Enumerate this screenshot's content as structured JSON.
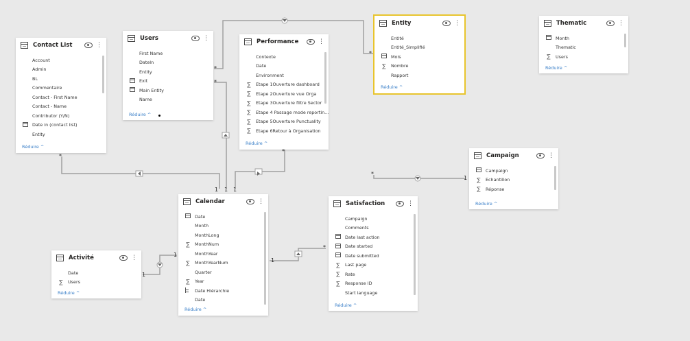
{
  "tables": {
    "contact_list": {
      "title": "Contact List",
      "fields": [
        {
          "name": "Account",
          "icon": ""
        },
        {
          "name": "Admin",
          "icon": ""
        },
        {
          "name": "BL",
          "icon": ""
        },
        {
          "name": "Commentaire",
          "icon": ""
        },
        {
          "name": "Contact - First Name",
          "icon": ""
        },
        {
          "name": "Contact - Name",
          "icon": ""
        },
        {
          "name": "Contributor (Y/N)",
          "icon": ""
        },
        {
          "name": "Date in (contact list)",
          "icon": "calendar"
        },
        {
          "name": "Entity",
          "icon": ""
        }
      ],
      "collapse": "Réduire ^"
    },
    "users": {
      "title": "Users",
      "fields": [
        {
          "name": "First Name",
          "icon": ""
        },
        {
          "name": "DateIn",
          "icon": ""
        },
        {
          "name": "Entity",
          "icon": ""
        },
        {
          "name": "Exit",
          "icon": "calendar"
        },
        {
          "name": "Main Entity",
          "icon": "calendar"
        },
        {
          "name": "Name",
          "icon": ""
        }
      ],
      "collapse": "Réduire ^"
    },
    "performance": {
      "title": "Performance",
      "fields": [
        {
          "name": "Contexte",
          "icon": ""
        },
        {
          "name": "Date",
          "icon": ""
        },
        {
          "name": "Environment",
          "icon": ""
        },
        {
          "name": "Etape 1Ouverture dashboard",
          "icon": "sigma"
        },
        {
          "name": "Etape 2Ouverture vue Orga",
          "icon": "sigma"
        },
        {
          "name": "Etape 3Ouverture filtre Sector",
          "icon": "sigma"
        },
        {
          "name": "Etape 4 Passage mode reportin...",
          "icon": "sigma"
        },
        {
          "name": "Etape 5Ouverture Punctuality",
          "icon": "sigma"
        },
        {
          "name": "Etape 6Retour à Organisation",
          "icon": "sigma"
        }
      ],
      "collapse": "Réduire ^"
    },
    "entity": {
      "title": "Entity",
      "fields": [
        {
          "name": "Entité",
          "icon": ""
        },
        {
          "name": "Entité_Simplifié",
          "icon": ""
        },
        {
          "name": "Mois",
          "icon": "calendar"
        },
        {
          "name": "Nombre",
          "icon": "sigma"
        },
        {
          "name": "Rapport",
          "icon": ""
        }
      ],
      "collapse": "Réduire ^"
    },
    "thematic": {
      "title": "Thematic",
      "fields": [
        {
          "name": "Month",
          "icon": "calendar"
        },
        {
          "name": "Thematic",
          "icon": ""
        },
        {
          "name": "Users",
          "icon": "sigma"
        }
      ],
      "collapse": "Réduire ^"
    },
    "campaign": {
      "title": "Campaign",
      "fields": [
        {
          "name": "Campaign",
          "icon": "calendar"
        },
        {
          "name": "Echantillon",
          "icon": "sigma"
        },
        {
          "name": "Réponse",
          "icon": "sigma"
        }
      ],
      "collapse": "Réduire ^"
    },
    "calendar": {
      "title": "Calendar",
      "fields": [
        {
          "name": "Date",
          "icon": "calendar"
        },
        {
          "name": "Month",
          "icon": ""
        },
        {
          "name": "MonthLong",
          "icon": ""
        },
        {
          "name": "MonthNum",
          "icon": "sigma"
        },
        {
          "name": "MonthYear",
          "icon": ""
        },
        {
          "name": "MonthYearNum",
          "icon": "sigma"
        },
        {
          "name": "Quarter",
          "icon": ""
        },
        {
          "name": "Year",
          "icon": "sigma"
        },
        {
          "name": "Date Hiérarchie",
          "icon": "hierarchy"
        },
        {
          "name": "Date",
          "icon": ""
        }
      ],
      "collapse": "Réduire ^"
    },
    "activite": {
      "title": "Activité",
      "fields": [
        {
          "name": "Date",
          "icon": ""
        },
        {
          "name": "Users",
          "icon": "sigma"
        }
      ],
      "collapse": "Réduire ^"
    },
    "satisfaction": {
      "title": "Satisfaction",
      "fields": [
        {
          "name": "Campaign",
          "icon": ""
        },
        {
          "name": "Comments",
          "icon": ""
        },
        {
          "name": "Date last action",
          "icon": "calendar"
        },
        {
          "name": "Date started",
          "icon": "calendar"
        },
        {
          "name": "Date submitted",
          "icon": "calendar"
        },
        {
          "name": "Last page",
          "icon": "sigma"
        },
        {
          "name": "Rate",
          "icon": "sigma"
        },
        {
          "name": "Response ID",
          "icon": "sigma"
        },
        {
          "name": "Start language",
          "icon": ""
        }
      ],
      "collapse": "Réduire ^"
    }
  },
  "cardinality": {
    "many": "*",
    "one": "1"
  },
  "selected_table": "entity",
  "colors": {
    "selected_border": "#e8c42c",
    "link": "#3a7fc8",
    "line": "#a0a0a0"
  }
}
